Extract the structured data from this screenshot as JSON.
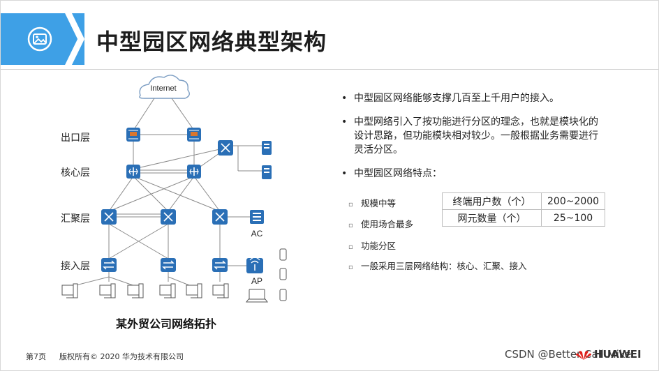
{
  "slide": {
    "title": "中型园区网络典型架构",
    "icon": "picture-icon"
  },
  "diagram": {
    "cloud_label": "Internet",
    "layers": [
      "出口层",
      "核心层",
      "汇聚层",
      "接入层"
    ],
    "ac_label": "AC",
    "ap_label": "AP",
    "caption": "某外贸公司网络拓扑"
  },
  "bullets": [
    "中型园区网络能够支撑几百至上千用户的接入。",
    "中型网络引入了按功能进行分区的理念，也就是模块化的设计思路，但功能模块相对较少。一般根据业务需要进行灵活分区。",
    "中型园区网络特点："
  ],
  "sub_bullets": [
    "规模中等",
    "使用场合最多",
    "功能分区",
    "一般采用三层网络结构：核心、汇聚、接入"
  ],
  "table": {
    "rows": [
      [
        "终端用户数（个）",
        "200~2000"
      ],
      [
        "网元数量（个）",
        "25~100"
      ]
    ]
  },
  "footer": {
    "page": "第7页",
    "copyright": "版权所有© 2020 华为技术有限公司",
    "watermark": "CSDN @Better Call Mike",
    "brand": "HUAWEI"
  },
  "colors": {
    "accent": "#3ea0e6",
    "device": "#2a6fb6",
    "firewall_accent": "#d9762f",
    "logo_red": "#e0201b"
  }
}
